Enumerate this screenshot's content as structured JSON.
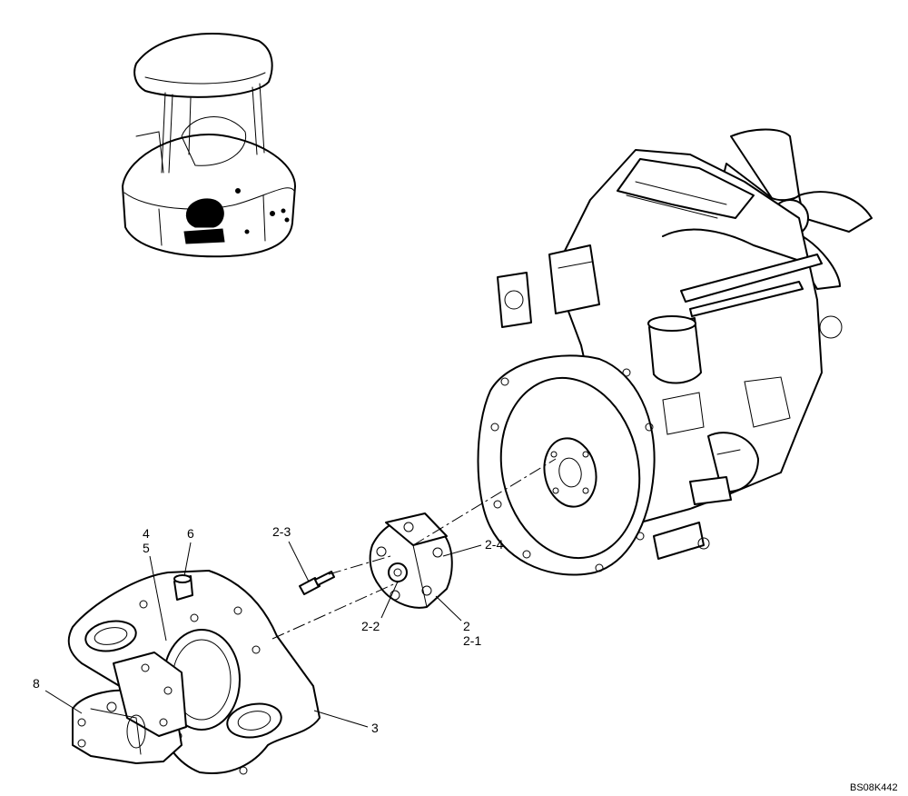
{
  "callouts": {
    "c2_3": "2-3",
    "c2_4": "2-4",
    "c2_2": "2-2",
    "c2": "2",
    "c2_1": "2-1",
    "c4": "4",
    "c5": "5",
    "c6": "6",
    "c8": "8",
    "c3": "3"
  },
  "drawing_code": "BS08K442"
}
